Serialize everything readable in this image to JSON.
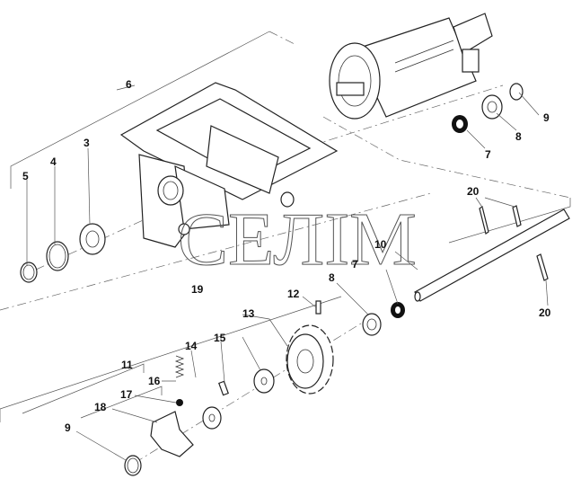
{
  "diagram": {
    "watermark": "СЕЛIМ",
    "callouts": [
      "6",
      "5",
      "4",
      "3",
      "9",
      "8",
      "7",
      "20",
      "10",
      "7",
      "8",
      "12",
      "13",
      "19",
      "11",
      "14",
      "15",
      "16",
      "17",
      "18",
      "9",
      "20"
    ]
  }
}
